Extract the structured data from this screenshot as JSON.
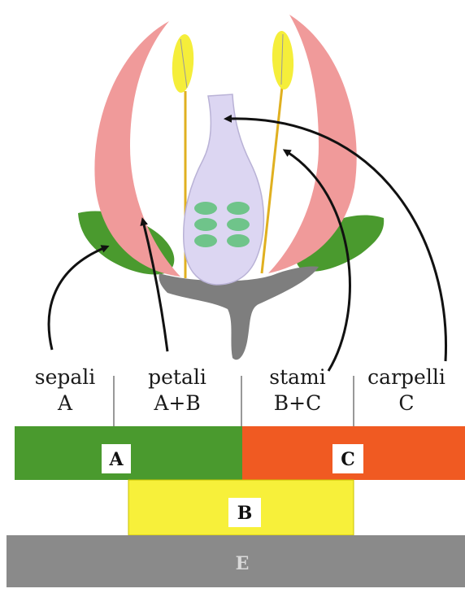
{
  "organs": [
    {
      "name": "sepali",
      "genes": "A"
    },
    {
      "name": "petali",
      "genes": "A+B"
    },
    {
      "name": "stami",
      "genes": "B+C"
    },
    {
      "name": "carpelli",
      "genes": "C"
    }
  ],
  "bars": {
    "a": {
      "letter": "A",
      "color": "#4a9a2e"
    },
    "c": {
      "letter": "C",
      "color": "#f05a22"
    },
    "b": {
      "letter": "B",
      "color": "#f7f03a"
    },
    "e": {
      "letter": "E",
      "color": "#8a8a8a"
    }
  },
  "colors": {
    "sepal": "#4a9a2e",
    "petal": "#f09a9a",
    "stamen_filament": "#e0b020",
    "anther": "#f5ee3a",
    "carpel": "#dcd6f2",
    "ovule": "#6fc48a",
    "receptacle": "#7e7e7e"
  }
}
